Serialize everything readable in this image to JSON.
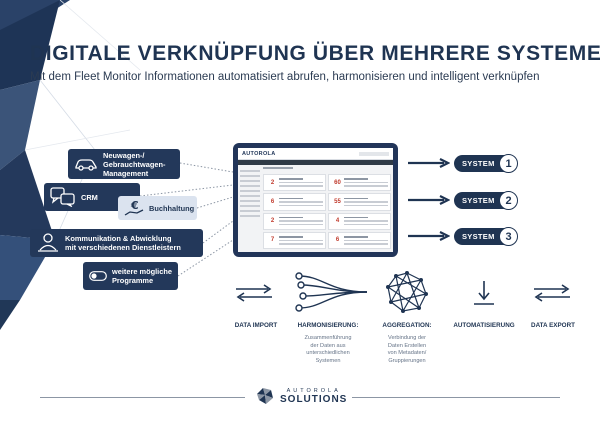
{
  "header": {
    "title": "DIGITALE VERKNÜPFUNG ÜBER MEHRERE SYSTEME",
    "subtitle": "Mit dem Fleet Monitor Informationen automatisiert abrufen, harmonisieren und intelligent verknüpfen"
  },
  "sources": [
    {
      "label": "Neuwagen-/\nGebrauchtwagen-\nManagement",
      "icon": "car-icon"
    },
    {
      "label": "CRM",
      "icon": "chat-bubbles-icon"
    },
    {
      "label": "Buchhaltung",
      "icon": "euro-hand-icon"
    },
    {
      "label": "Kommunikation & Abwicklung\nmit verschiedenen Dienstleistern",
      "icon": "person-desk-icon"
    },
    {
      "label": "weitere mögliche\nProgramme",
      "icon": "toggle-icon"
    }
  ],
  "monitor": {
    "logo": "AUTOROLA",
    "card_numbers": [
      "2",
      "60",
      "6",
      "55",
      "2",
      "4",
      "7",
      "6"
    ]
  },
  "systems": [
    {
      "label": "SYSTEM",
      "number": "1"
    },
    {
      "label": "SYSTEM",
      "number": "2"
    },
    {
      "label": "SYSTEM",
      "number": "3"
    }
  ],
  "steps": [
    {
      "title": "DATA IMPORT",
      "description": "",
      "icon": "double-arrow-icon"
    },
    {
      "title": "HARMONISIERUNG:",
      "description": "Zusammenführung\nder Daten aus\nunterschiedlichen\nSystemen",
      "icon": "merge-lines-icon"
    },
    {
      "title": "AGGREGATION:",
      "description": "Verbindung der\nDaten Erstellen\nvon Metadaten/\nGruppierungen",
      "icon": "network-icon"
    },
    {
      "title": "AUTOMATISIERUNG",
      "description": "",
      "icon": "arrow-down-icon"
    },
    {
      "title": "DATA EXPORT",
      "description": "",
      "icon": "double-arrow-icon"
    }
  ],
  "footer": {
    "logo_top": "AUTOROLA",
    "logo_bottom": "SOLUTIONS"
  },
  "colors": {
    "navy": "#1f3452",
    "light_tag": "#dbe3ef",
    "decor_left": "#1e3456"
  }
}
